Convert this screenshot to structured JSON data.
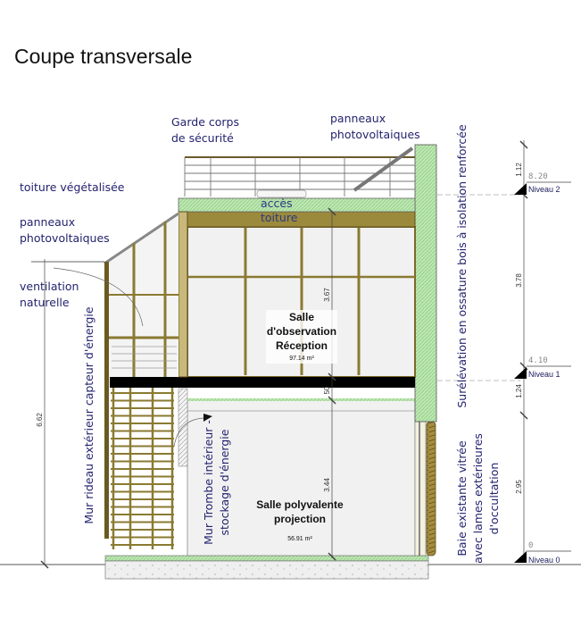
{
  "title": "Coupe transversale",
  "labels": {
    "garde_corps_1": "Garde corps",
    "garde_corps_2": "de sécurité",
    "pv_top_1": "panneaux",
    "pv_top_2": "photovoltaiques",
    "toiture_vegetalisee": "toiture végétalisée",
    "pv_left_1": "panneaux",
    "pv_left_2": "photovoltaiques",
    "ventilation_1": "ventilation",
    "ventilation_2": "naturelle",
    "acces_1": "accès",
    "acces_2": "toiture",
    "mur_rideau": "Mur rideau extérieur capteur d'énergie",
    "trombe_1": "Mur Trombe intérieur -",
    "trombe_2": "stockage d'énergie",
    "surelevation": "Surélévation en ossature bois à isolation renforcée",
    "baie_1": "Baie  existante vitrée",
    "baie_2": "avec lames extérieures",
    "baie_3": "d'occultation"
  },
  "rooms": {
    "upper": {
      "line1": "Salle",
      "line2": "d'observation",
      "line3": "Réception",
      "area": "97.14 m²"
    },
    "lower": {
      "line1": "Salle polyvalente",
      "line2": "projection",
      "area": "56.91 m²"
    }
  },
  "levels": [
    {
      "elevation": "8.20",
      "name": "Niveau 2"
    },
    {
      "elevation": "4.10",
      "name": "Niveau 1"
    },
    {
      "elevation": "0",
      "name": "Niveau 0"
    }
  ],
  "dimensions": {
    "right": [
      "1.12",
      "3.78",
      "1.24",
      "2.95"
    ],
    "center": [
      "3.67",
      "50",
      "3.44"
    ],
    "left": "6.62"
  }
}
